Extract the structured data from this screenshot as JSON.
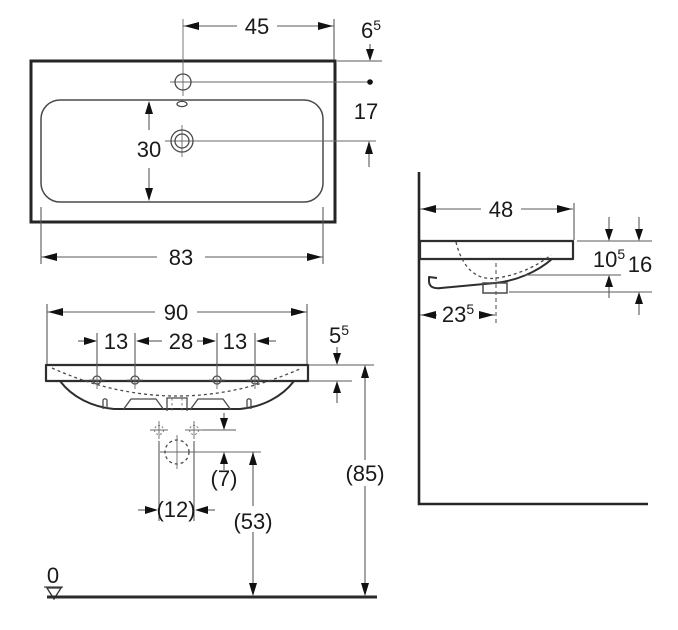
{
  "drawing": {
    "plan": {
      "d45": "45",
      "d65": {
        "base": "6",
        "sup": "5"
      },
      "d17": "17",
      "d30": "30",
      "d83": "83"
    },
    "side": {
      "d48": "48",
      "d105": {
        "base": "10",
        "sup": "5"
      },
      "d16": "16",
      "d235": {
        "base": "23",
        "sup": "5"
      }
    },
    "front": {
      "d90": "90",
      "d13a": "13",
      "d28": "28",
      "d13b": "13",
      "d55": {
        "base": "5",
        "sup": "5"
      },
      "d7": "(7)",
      "d12": "(12)",
      "d53": "(53)",
      "d85": "(85)",
      "datum": "0"
    }
  }
}
